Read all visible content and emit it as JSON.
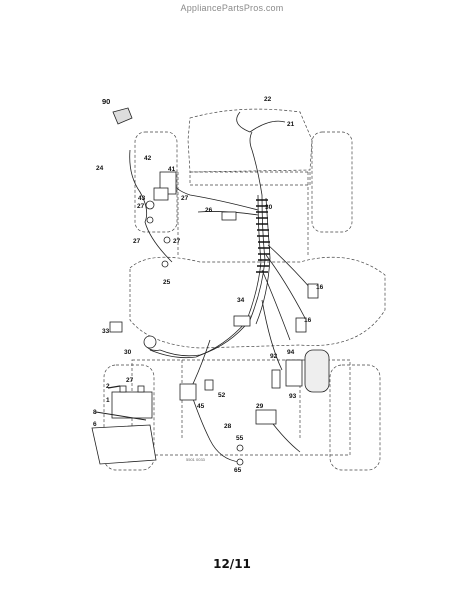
{
  "header": {
    "site": "AppliancePartsPros.com"
  },
  "footer": {
    "page_number": "12/11"
  },
  "diagram": {
    "code": "5501 0033",
    "callouts": [
      "90",
      "22",
      "21",
      "24",
      "42",
      "41",
      "43",
      "27",
      "27",
      "27",
      "27",
      "26",
      "30",
      "25",
      "34",
      "16",
      "16",
      "33",
      "30",
      "92",
      "94",
      "93",
      "52",
      "45",
      "2",
      "27",
      "1",
      "8",
      "6",
      "28",
      "29",
      "55",
      "65"
    ]
  }
}
